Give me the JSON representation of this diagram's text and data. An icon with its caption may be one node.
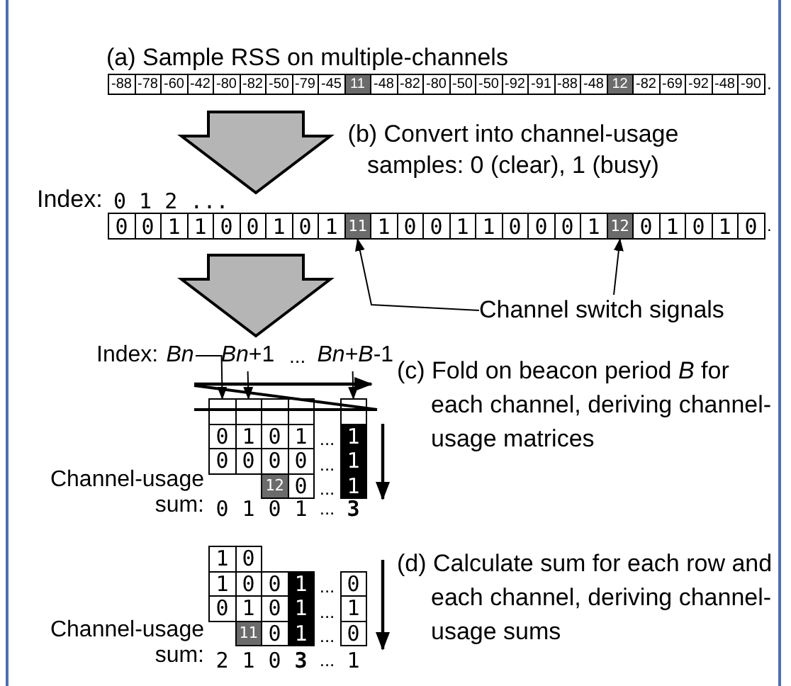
{
  "diagram": {
    "nodes": [
      {
        "text": [
          "11"
        ]
      },
      {
        "text": [
          "12"
        ]
      },
      {
        "text": [
          "Channel switch signals"
        ]
      },
      {
        "text": [
          "*Bn*"
        ]
      },
      {
        "text": [
          "*Bn*+1"
        ]
      },
      {
        "text": [
          "*Bn*+*B*-1"
        ]
      },
      {
        "text": [],
        "shape": "box"
      },
      {
        "text": [],
        "shape": "box"
      },
      {
        "text": [],
        "shape": "box"
      },
      {
        "text": [],
        "shape": "box"
      },
      {
        "text": [],
        "shape": "box"
      }
    ],
    "edges": [
      {
        "from": 2,
        "to": 0,
        "arrow": "to"
      },
      {
        "from": 2,
        "to": 1,
        "arrow": "to"
      },
      {
        "from": 3,
        "to": 6,
        "arrow": "to"
      },
      {
        "from": 4,
        "to": 7,
        "arrow": "to"
      },
      {
        "from": 5,
        "to": 10,
        "arrow": "to"
      }
    ],
    "labels": [
      "(a) Sample RSS on multiple-channels",
      "-88",
      "-78",
      "-60",
      "-42",
      "-80",
      "-82",
      "-50",
      "-79",
      "-45",
      "11",
      "-48",
      "-82",
      "-80",
      "-50",
      "-50",
      "-92",
      "-91",
      "-88",
      "-48",
      "12",
      "-82",
      "-69",
      "-92",
      "-48",
      "-90",
      ".",
      "(b) Convert into channel-usage samples: 0 (clear), 1 (busy)",
      "Index:",
      "0 1 2 ...",
      "0",
      "0",
      "1",
      "1",
      "0",
      "0",
      "1",
      "0",
      "1",
      "1",
      "0",
      "0",
      "1",
      "1",
      "0",
      "0",
      "0",
      "1",
      "0",
      "1",
      "0",
      "1",
      "0",
      ".",
      "Index:",
      "...",
      "(c) Fold on beacon period *B* for each channel, deriving channel-usage matrices",
      "0",
      "1",
      "0",
      "1",
      "...",
      "1",
      "0",
      "0",
      "0",
      "0",
      "...",
      "1",
      "12",
      "0",
      "...",
      "1",
      "Channel-usage sum:",
      "0",
      "1",
      "0",
      "1",
      "...",
      "3",
      "1",
      "0",
      "1",
      "0",
      "0",
      "1",
      "...",
      "0",
      "0",
      "1",
      "0",
      "1",
      "...",
      "1",
      "11",
      "0",
      "1",
      "...",
      "0",
      "(d) Calculate sum for each row and each channel, deriving channel-usage sums",
      "Channel-usage sum:",
      "2",
      "1",
      "0",
      "3",
      "...",
      "1"
    ]
  }
}
